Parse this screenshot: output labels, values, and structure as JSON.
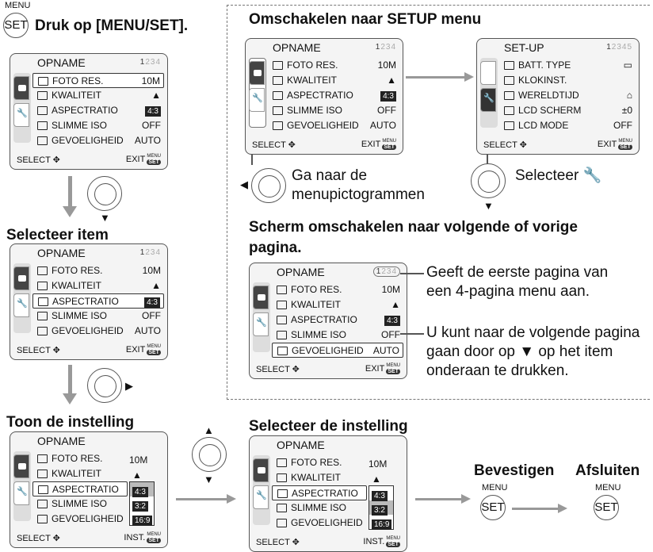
{
  "step1": {
    "menu_label": "MENU",
    "set_label": "SET",
    "text": "Druk op [MENU/SET]."
  },
  "switch_setup": {
    "title": "Omschakelen naar SETUP menu",
    "left_caption_1": "Ga naar de",
    "left_caption_2": "menupictogrammen",
    "right_caption": "Selecteer"
  },
  "page_switch": {
    "title_1": "Scherm omschakelen naar volgende of vorige",
    "title_2": "pagina.",
    "note1_1": "Geeft de eerste pagina van",
    "note1_2": "een 4-pagina menu aan.",
    "note2_1": "U kunt naar de volgende pagina",
    "note2_2": "gaan door op ▼ op het item",
    "note2_3": "onderaan te drukken."
  },
  "steps": {
    "select_item": "Selecteer item",
    "show_setting": "Toon de instelling",
    "select_setting": "Selecteer de instelling",
    "confirm": "Bevestigen",
    "exit": "Afsluiten"
  },
  "opname": {
    "title": "OPNAME",
    "pages": [
      "1",
      "2",
      "3",
      "4"
    ],
    "rows": [
      {
        "label": "FOTO RES.",
        "value": "10M"
      },
      {
        "label": "KWALITEIT",
        "value": "▲"
      },
      {
        "label": "ASPECTRATIO",
        "value": "4:3"
      },
      {
        "label": "SLIMME ISO",
        "value": "OFF"
      },
      {
        "label": "GEVOELIGHEID",
        "value": "AUTO"
      }
    ],
    "select": "SELECT",
    "exit": "EXIT",
    "inst": "INST.",
    "menu_mini": "MENU",
    "set_mini": "SET",
    "options": [
      "4:3",
      "3:2",
      "16:9"
    ]
  },
  "setup": {
    "title": "SET-UP",
    "pages": [
      "1",
      "2",
      "3",
      "4",
      "5"
    ],
    "rows": [
      {
        "label": "BATT. TYPE",
        "value": "▭"
      },
      {
        "label": "KLOKINST.",
        "value": ""
      },
      {
        "label": "WERELDTIJD",
        "value": "⌂"
      },
      {
        "label": "LCD SCHERM",
        "value": "±0"
      },
      {
        "label": "LCD MODE",
        "value": "OFF"
      }
    ]
  }
}
